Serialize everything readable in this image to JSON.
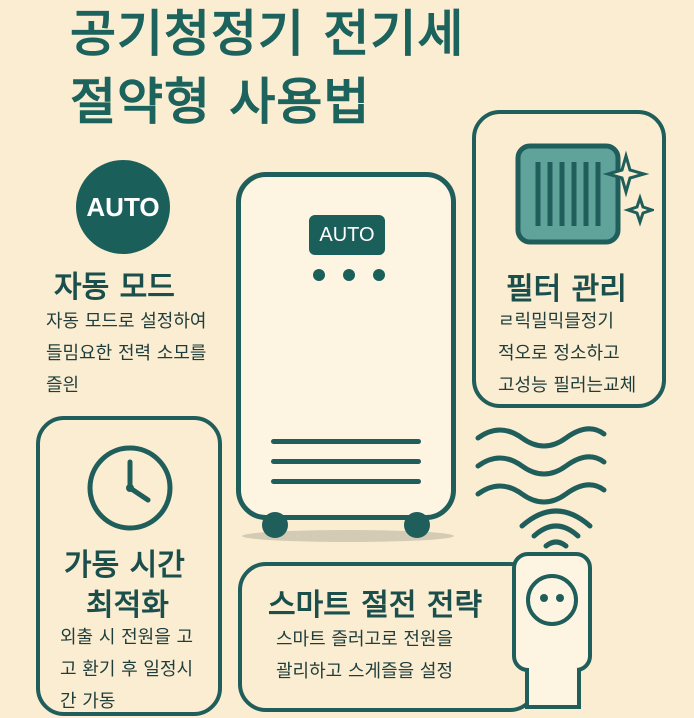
{
  "title": {
    "line1": "공기청정기 전기세",
    "line2": "절약형 사용법"
  },
  "auto": {
    "badge": "AUTO",
    "heading": "자동 모드",
    "lines": [
      "자동 모드로 설정하여",
      "들밈요한 전력 소모를",
      "즐읜"
    ]
  },
  "filter": {
    "heading": "필터 관리",
    "lines": [
      "ㄹ릭밀믹믈정기",
      "적오로 정소하고",
      "고성능 필러는교체"
    ]
  },
  "device": {
    "screen": "AUTO"
  },
  "time": {
    "heading_line1": "가동 시간",
    "heading_line2": "최적화",
    "lines": [
      "외출 시 전원을 고",
      "고 환기 후 일정시",
      "간 가동"
    ]
  },
  "smart": {
    "heading": "스마트 절전 전략",
    "lines": [
      "스마트 즐러고로 전원을",
      "괄리하고 스게즐을 설정"
    ]
  },
  "icons": [
    "auto-badge-icon",
    "air-purifier-icon",
    "filter-icon",
    "sparkle-icon",
    "clock-icon",
    "airflow-icon",
    "wifi-icon",
    "smart-plug-icon"
  ],
  "colors": {
    "background": "#fbedd2",
    "primary": "#1b5f5b",
    "filter_fill": "#5fa39b"
  }
}
